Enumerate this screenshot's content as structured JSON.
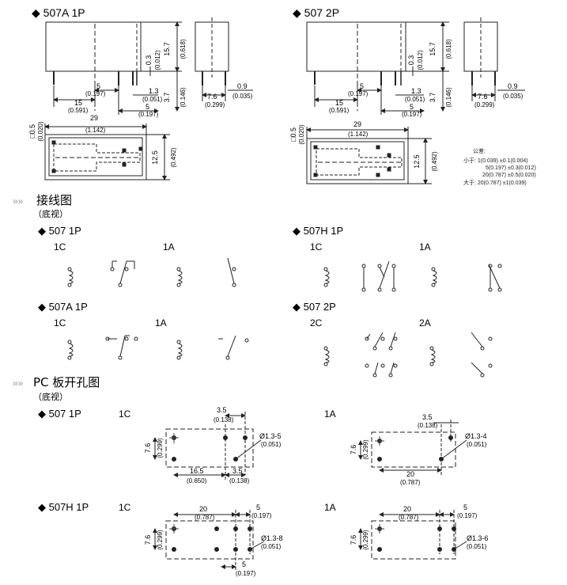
{
  "headings": {
    "t_507a_1p": "◆ 507A 1P",
    "t_507_2p": "◆ 507 2P",
    "wiring_title": "接线图",
    "wiring_sub": "（底视）",
    "w_507_1p": "◆ 507 1P",
    "w_507h_1p": "◆ 507H 1P",
    "w_507a_1p": "◆ 507A 1P",
    "w_507_2p": "◆ 507 2P",
    "pcb_title": "PC 板开孔图",
    "pcb_sub": "（底视）",
    "p_507_1p": "◆ 507 1P",
    "p_507h_1p": "◆ 507H 1P"
  },
  "contact_labels": {
    "c1": "1C",
    "a1": "1A",
    "c2": "2C",
    "a2": "2A"
  },
  "dims": {
    "d15_7": "15.7",
    "d0618": "(0.618)",
    "d0_3": "0.3",
    "d0012": "(0.012)",
    "d3_7": "3.7",
    "d0146": "(0.146)",
    "d5": "5",
    "d0197": "(0.197)",
    "d15": "15",
    "d0591": "(0.591)",
    "d1_3": "1.3",
    "d0051": "(0.051)",
    "d7_6": "7.6",
    "d0299": "(0.299)",
    "d0_9": "0.9",
    "d0035": "(0.035)",
    "d29": "29",
    "d1142": "(1.142)",
    "d12_5": "12.5",
    "d0492": "(0.492)",
    "d0_5": "□0.5",
    "d0020": "(0.020)",
    "d3_5": "3.5",
    "d0138": "(0.138)",
    "d16_5": "16.5",
    "d0650": "(0.650)",
    "d20": "20",
    "d0787": "(0.787)",
    "hole_1c": "Ø1.3-5",
    "hole_1a": "Ø1.3-4",
    "hole_h1c": "Ø1.3-8",
    "hole_h1a": "Ø1.3-6"
  },
  "tolerance": {
    "title": "公差:",
    "line1": "小于: 1(0.039) ±0.1(0.004)",
    "line2": "5(0.197) ±0.3(0.012)",
    "line3": "20(0.787) ±0.5(0.020)",
    "line4": "大于: 20(0.787) ±1(0.039)"
  }
}
